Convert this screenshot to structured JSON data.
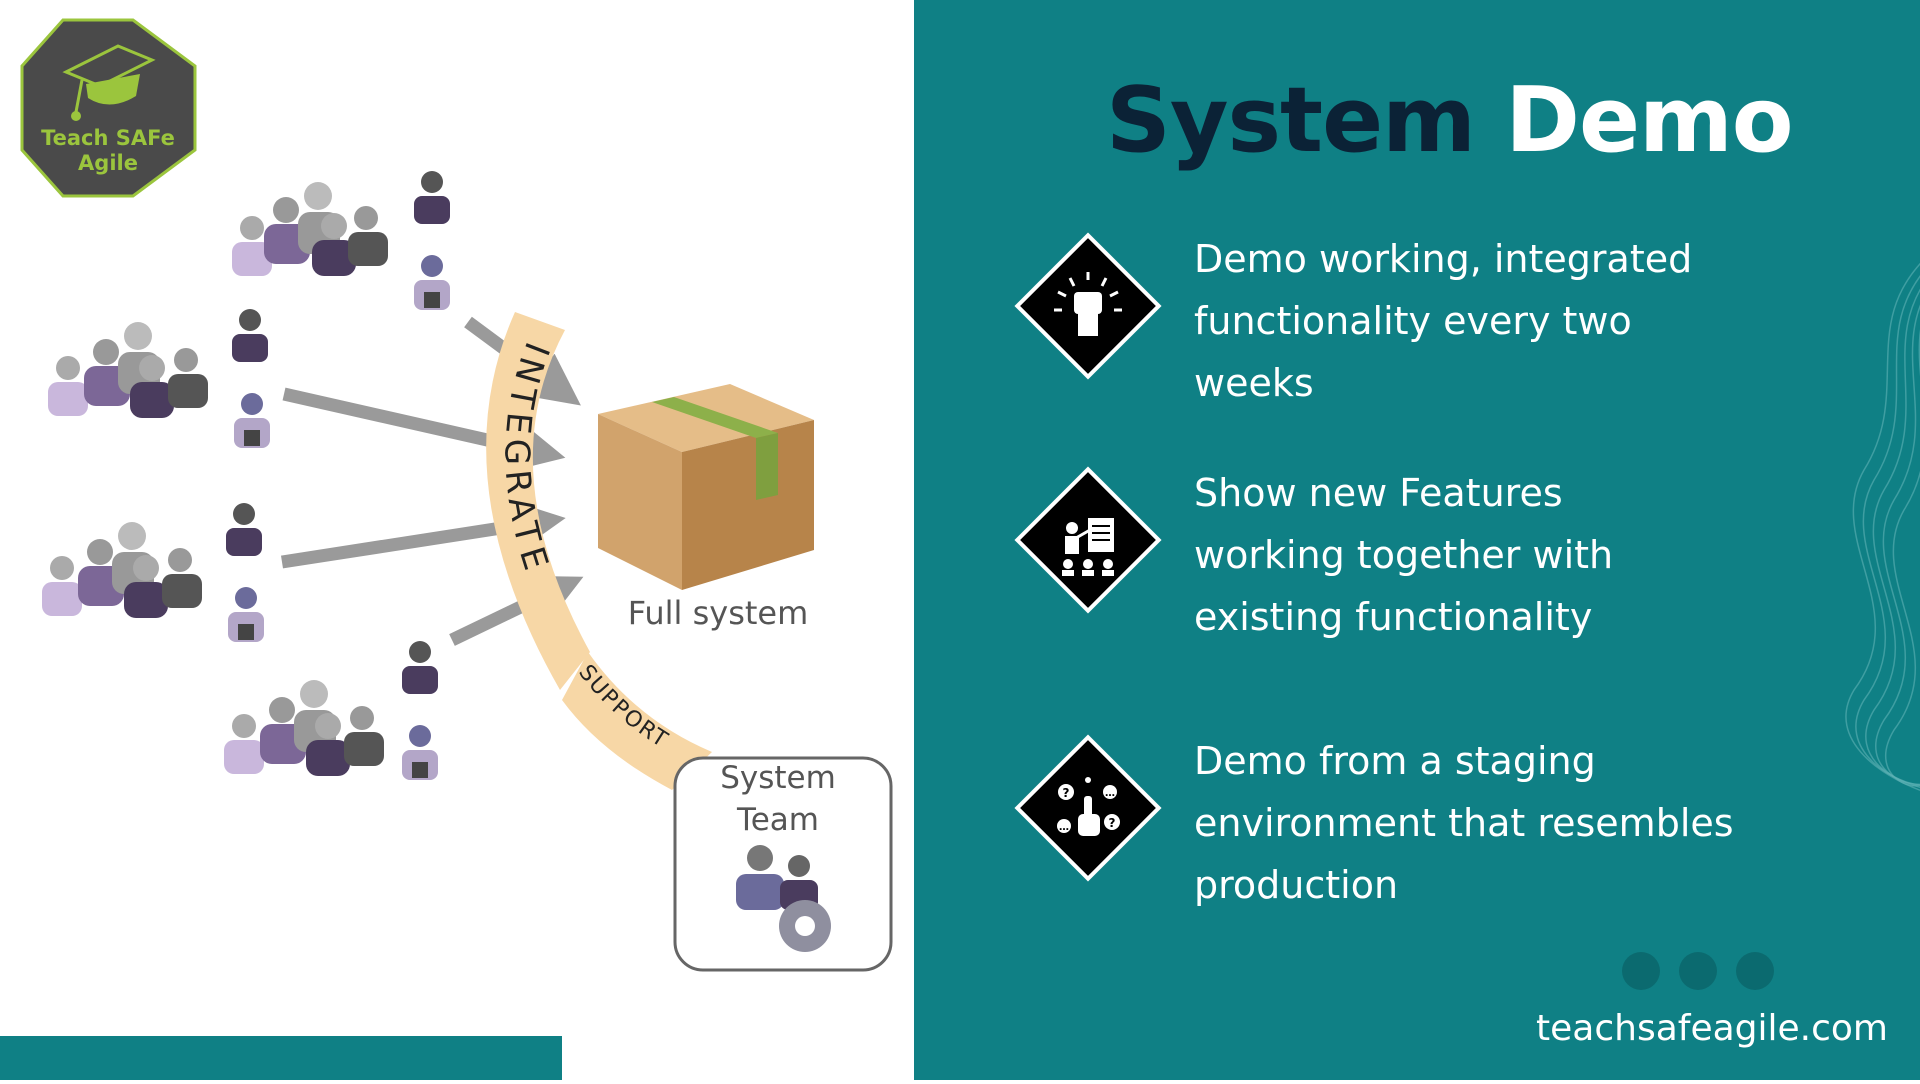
{
  "logo": {
    "line1": "Teach SAFe",
    "line2": "Agile"
  },
  "diagram": {
    "integrate_label": "INTEGRATE",
    "support_label": "SUPPORT",
    "full_system_label": "Full system",
    "system_team_line1": "System",
    "system_team_line2": "Team"
  },
  "slide": {
    "title_word1": "System",
    "title_word2": "Demo",
    "bullets": [
      {
        "icon": "raised-fist-icon",
        "lines": [
          "Demo working, integrated",
          "functionality every two",
          "weeks"
        ]
      },
      {
        "icon": "presentation-icon",
        "lines": [
          "Show new Features",
          "working together with",
          "existing functionality"
        ]
      },
      {
        "icon": "questions-hand-icon",
        "lines": [
          "Demo from a staging",
          "environment that resembles",
          "production"
        ]
      }
    ]
  },
  "footer": {
    "url": "teachsafeagile.com"
  },
  "colors": {
    "teal": "#0f8085",
    "navy": "#0b2236",
    "logo_bg": "#4a4a4a",
    "logo_accent": "#9bc53d",
    "box": "#c99a63",
    "tape": "#8db04a",
    "arc": "#f7d7a6"
  }
}
